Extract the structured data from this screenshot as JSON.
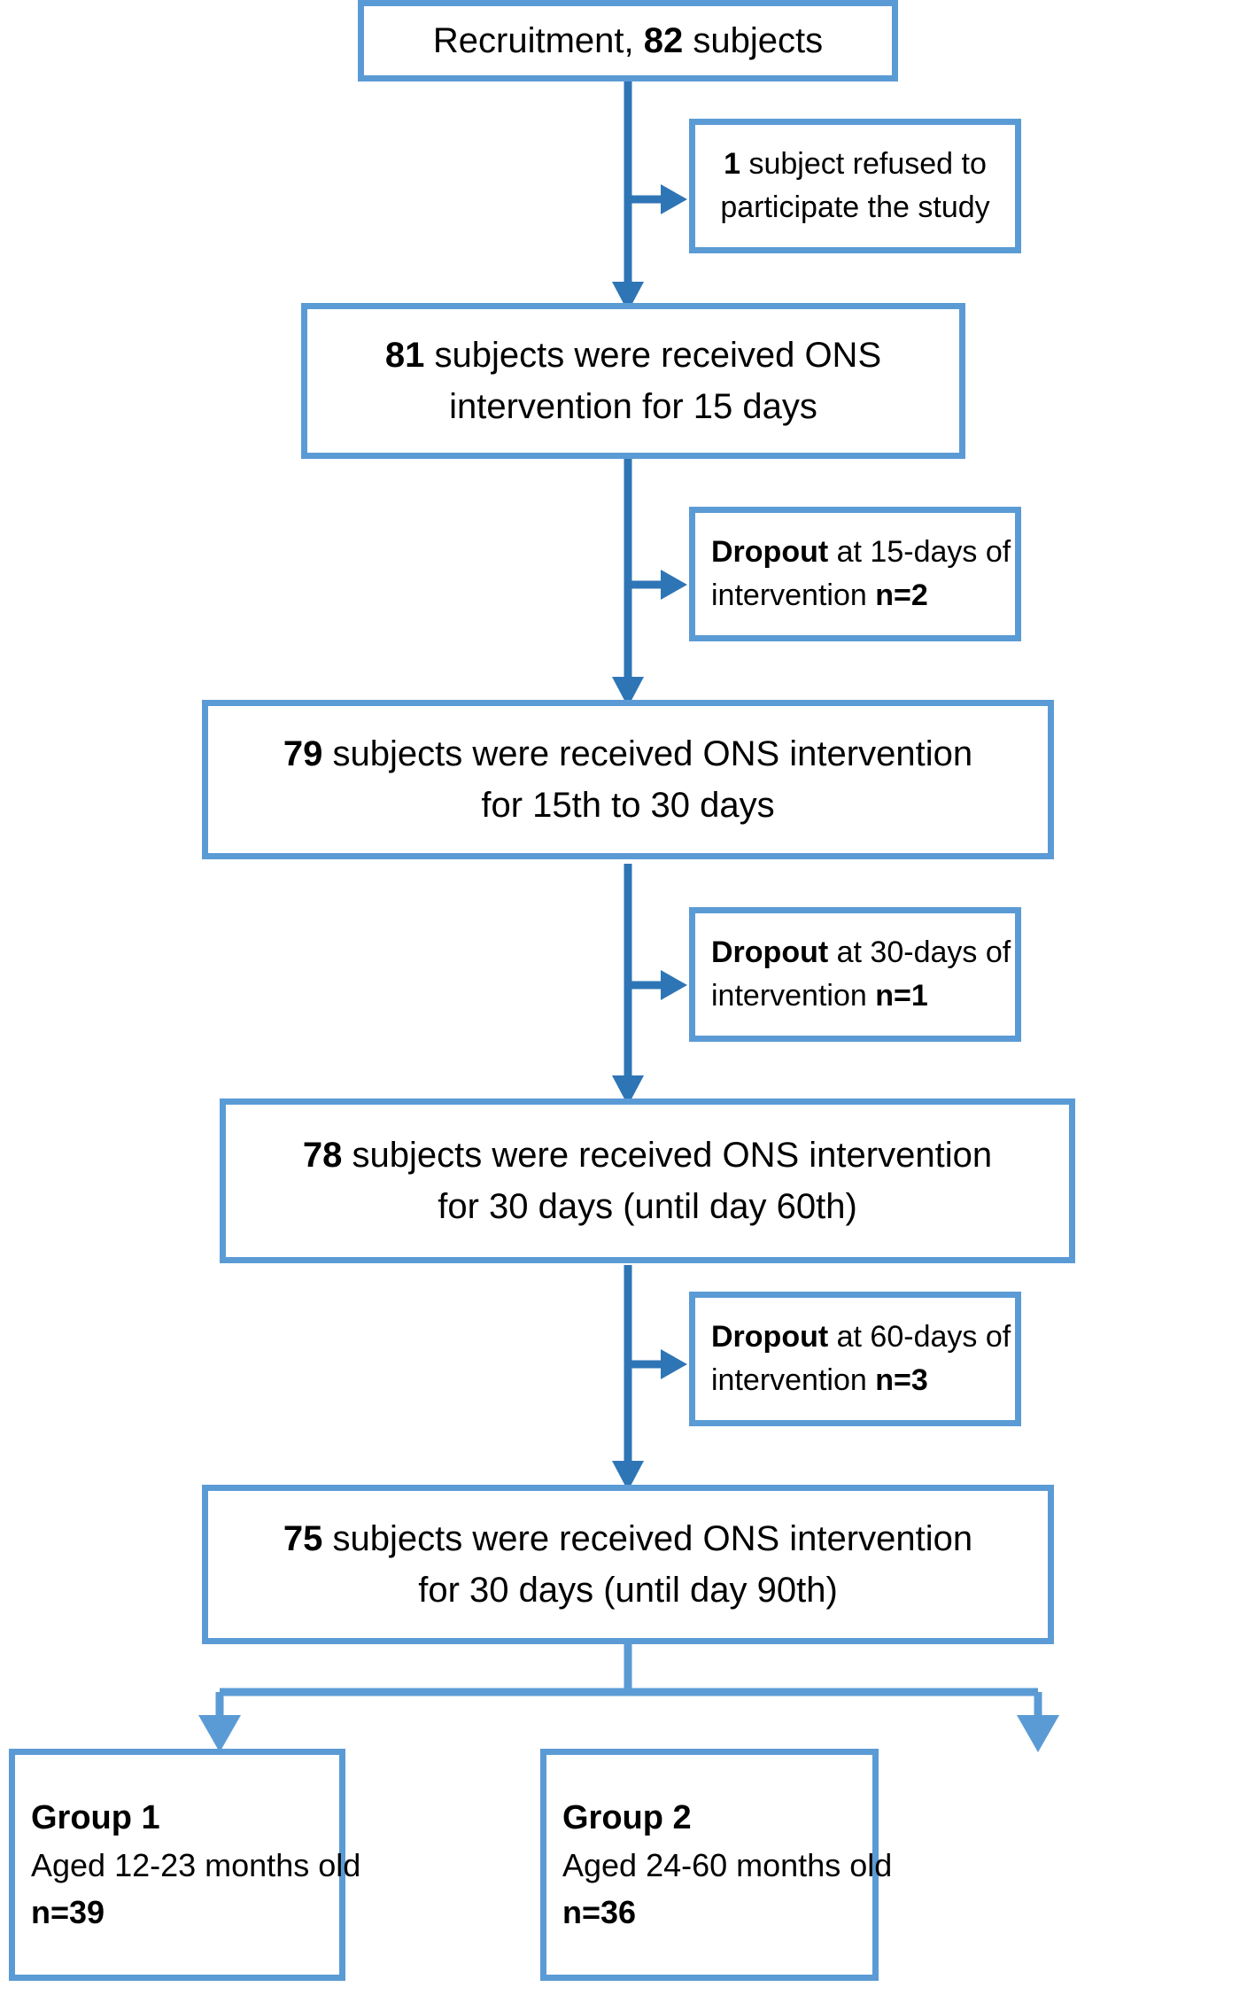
{
  "figure": {
    "type": "flow-diagram",
    "accent_color": "#5B9BD5",
    "text_color": "#000000",
    "background_color": "#FFFFFF"
  },
  "nodes": {
    "recruitment": {
      "line1_bold_a": "Recruitment, ",
      "line1_bold_n": "82",
      "line1_tail": " subjects"
    },
    "refused": {
      "line1_n": "1",
      "line1_tail": " subject refused to",
      "line2": "participate the study"
    },
    "received81": {
      "line1_n": "81",
      "line1_tail": " subjects were received ONS",
      "line2": "intervention for 15 days"
    },
    "dropout15": {
      "line1_bold": "Dropout",
      "line1_tail": " at 15-days of",
      "line2_head": "intervention ",
      "line2_bold": "n=2"
    },
    "received79": {
      "line1_n": "79",
      "line1_tail": " subjects were received ONS intervention",
      "line2": "for 15th to 30 days"
    },
    "dropout30": {
      "line1_bold": "Dropout",
      "line1_tail": " at 30-days of",
      "line2_head": "intervention ",
      "line2_bold": "n=1"
    },
    "received78": {
      "line1_n": "78",
      "line1_tail": " subjects were received ONS intervention",
      "line2": "for 30 days (until day 60th)"
    },
    "dropout60": {
      "line1_bold": "Dropout",
      "line1_tail": " at 60-days of",
      "line2_head": "intervention ",
      "line2_bold": "n=3"
    },
    "received75": {
      "line1_n": "75",
      "line1_tail": " subjects were received ONS intervention",
      "line2": "for 30 days (until day 90th)"
    },
    "group1": {
      "title": "Group 1",
      "line2": "Aged 12-23 months old",
      "line3": "n=39"
    },
    "group2": {
      "title": "Group 2",
      "line2": "Aged 24-60 months old",
      "line3": "n=36"
    }
  },
  "connectors": [
    {
      "name": "recruitment-to-received81",
      "kind": "vertical-arrow-down"
    },
    {
      "name": "branch-to-refused",
      "kind": "horizontal-arrow-right"
    },
    {
      "name": "received81-to-received79",
      "kind": "vertical-arrow-down"
    },
    {
      "name": "branch-to-dropout15",
      "kind": "horizontal-arrow-right"
    },
    {
      "name": "received79-to-received78",
      "kind": "vertical-arrow-down"
    },
    {
      "name": "branch-to-dropout30",
      "kind": "horizontal-arrow-right"
    },
    {
      "name": "received78-to-received75",
      "kind": "vertical-arrow-down"
    },
    {
      "name": "branch-to-dropout60",
      "kind": "horizontal-arrow-right"
    },
    {
      "name": "received75-split-to-groups",
      "kind": "split-arrow-down-two"
    }
  ]
}
